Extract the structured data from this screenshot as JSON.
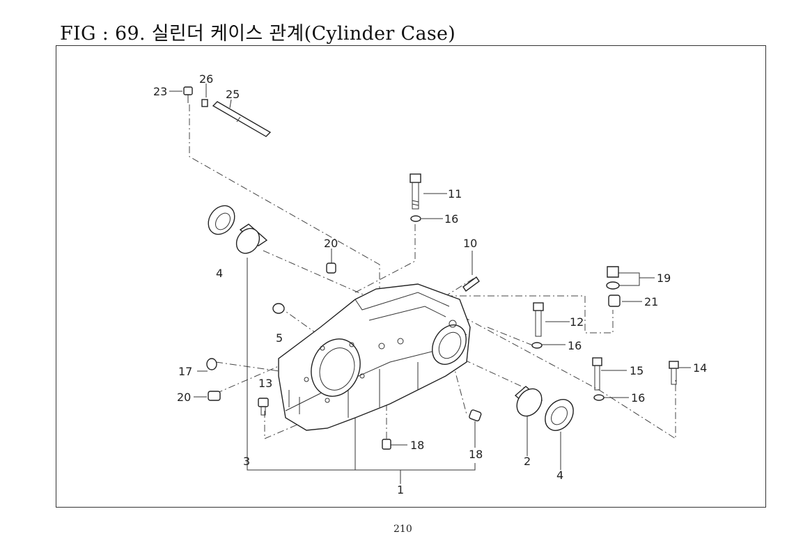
{
  "figure": {
    "title": "FIG : 69. 실린더 케이스 관계(Cylinder Case)",
    "page_number": "210"
  },
  "callouts": {
    "c1": "1",
    "c2": "2",
    "c3": "3",
    "c4a": "4",
    "c4b": "4",
    "c5": "5",
    "c10": "10",
    "c11": "11",
    "c12": "12",
    "c13": "13",
    "c14": "14",
    "c15": "15",
    "c16a": "16",
    "c16b": "16",
    "c16c": "16",
    "c17": "17",
    "c18a": "18",
    "c18b": "18",
    "c19": "19",
    "c20a": "20",
    "c20b": "20",
    "c21": "21",
    "c23": "23",
    "c25": "25",
    "c26": "26"
  }
}
